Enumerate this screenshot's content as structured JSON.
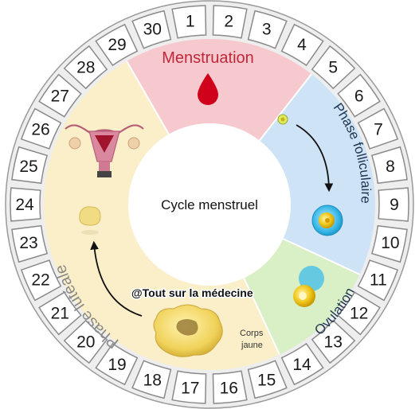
{
  "title": "Cycle menstruel",
  "watermark": "@Tout sur la médecine",
  "corpus_label": [
    "Corps",
    "jaune"
  ],
  "phases": {
    "menstruation": {
      "label": "Menstruation",
      "color": "#f6c9cf",
      "text_color": "#c0283a"
    },
    "follicular": {
      "label": "Phase folliculaire",
      "color": "#cfe3f6",
      "text_color": "#1f3550"
    },
    "ovulation": {
      "label": "Ovulation",
      "color": "#d9efc6",
      "text_color": "#1f3550"
    },
    "luteal": {
      "label": "Phase lutéale",
      "color": "#fbefc9",
      "text_color": "#8a8a8a"
    }
  },
  "days": [
    "1",
    "2",
    "3",
    "4",
    "5",
    "6",
    "7",
    "8",
    "9",
    "10",
    "11",
    "12",
    "13",
    "14",
    "15",
    "16",
    "17",
    "18",
    "19",
    "20",
    "21",
    "22",
    "23",
    "24",
    "25",
    "26",
    "27",
    "28",
    "29",
    "30"
  ],
  "icons": [
    "blood-drop-icon",
    "follicle-icon",
    "mature-follicle-icon",
    "ovulating-egg-icon",
    "corpus-luteum-icon",
    "uterus-icon",
    "small-egg-icon"
  ],
  "colors": {
    "ring": "#eeeeee",
    "tile": "#ffffff",
    "tile_stroke": "#8a8a8a",
    "blood": "#d0021b"
  }
}
